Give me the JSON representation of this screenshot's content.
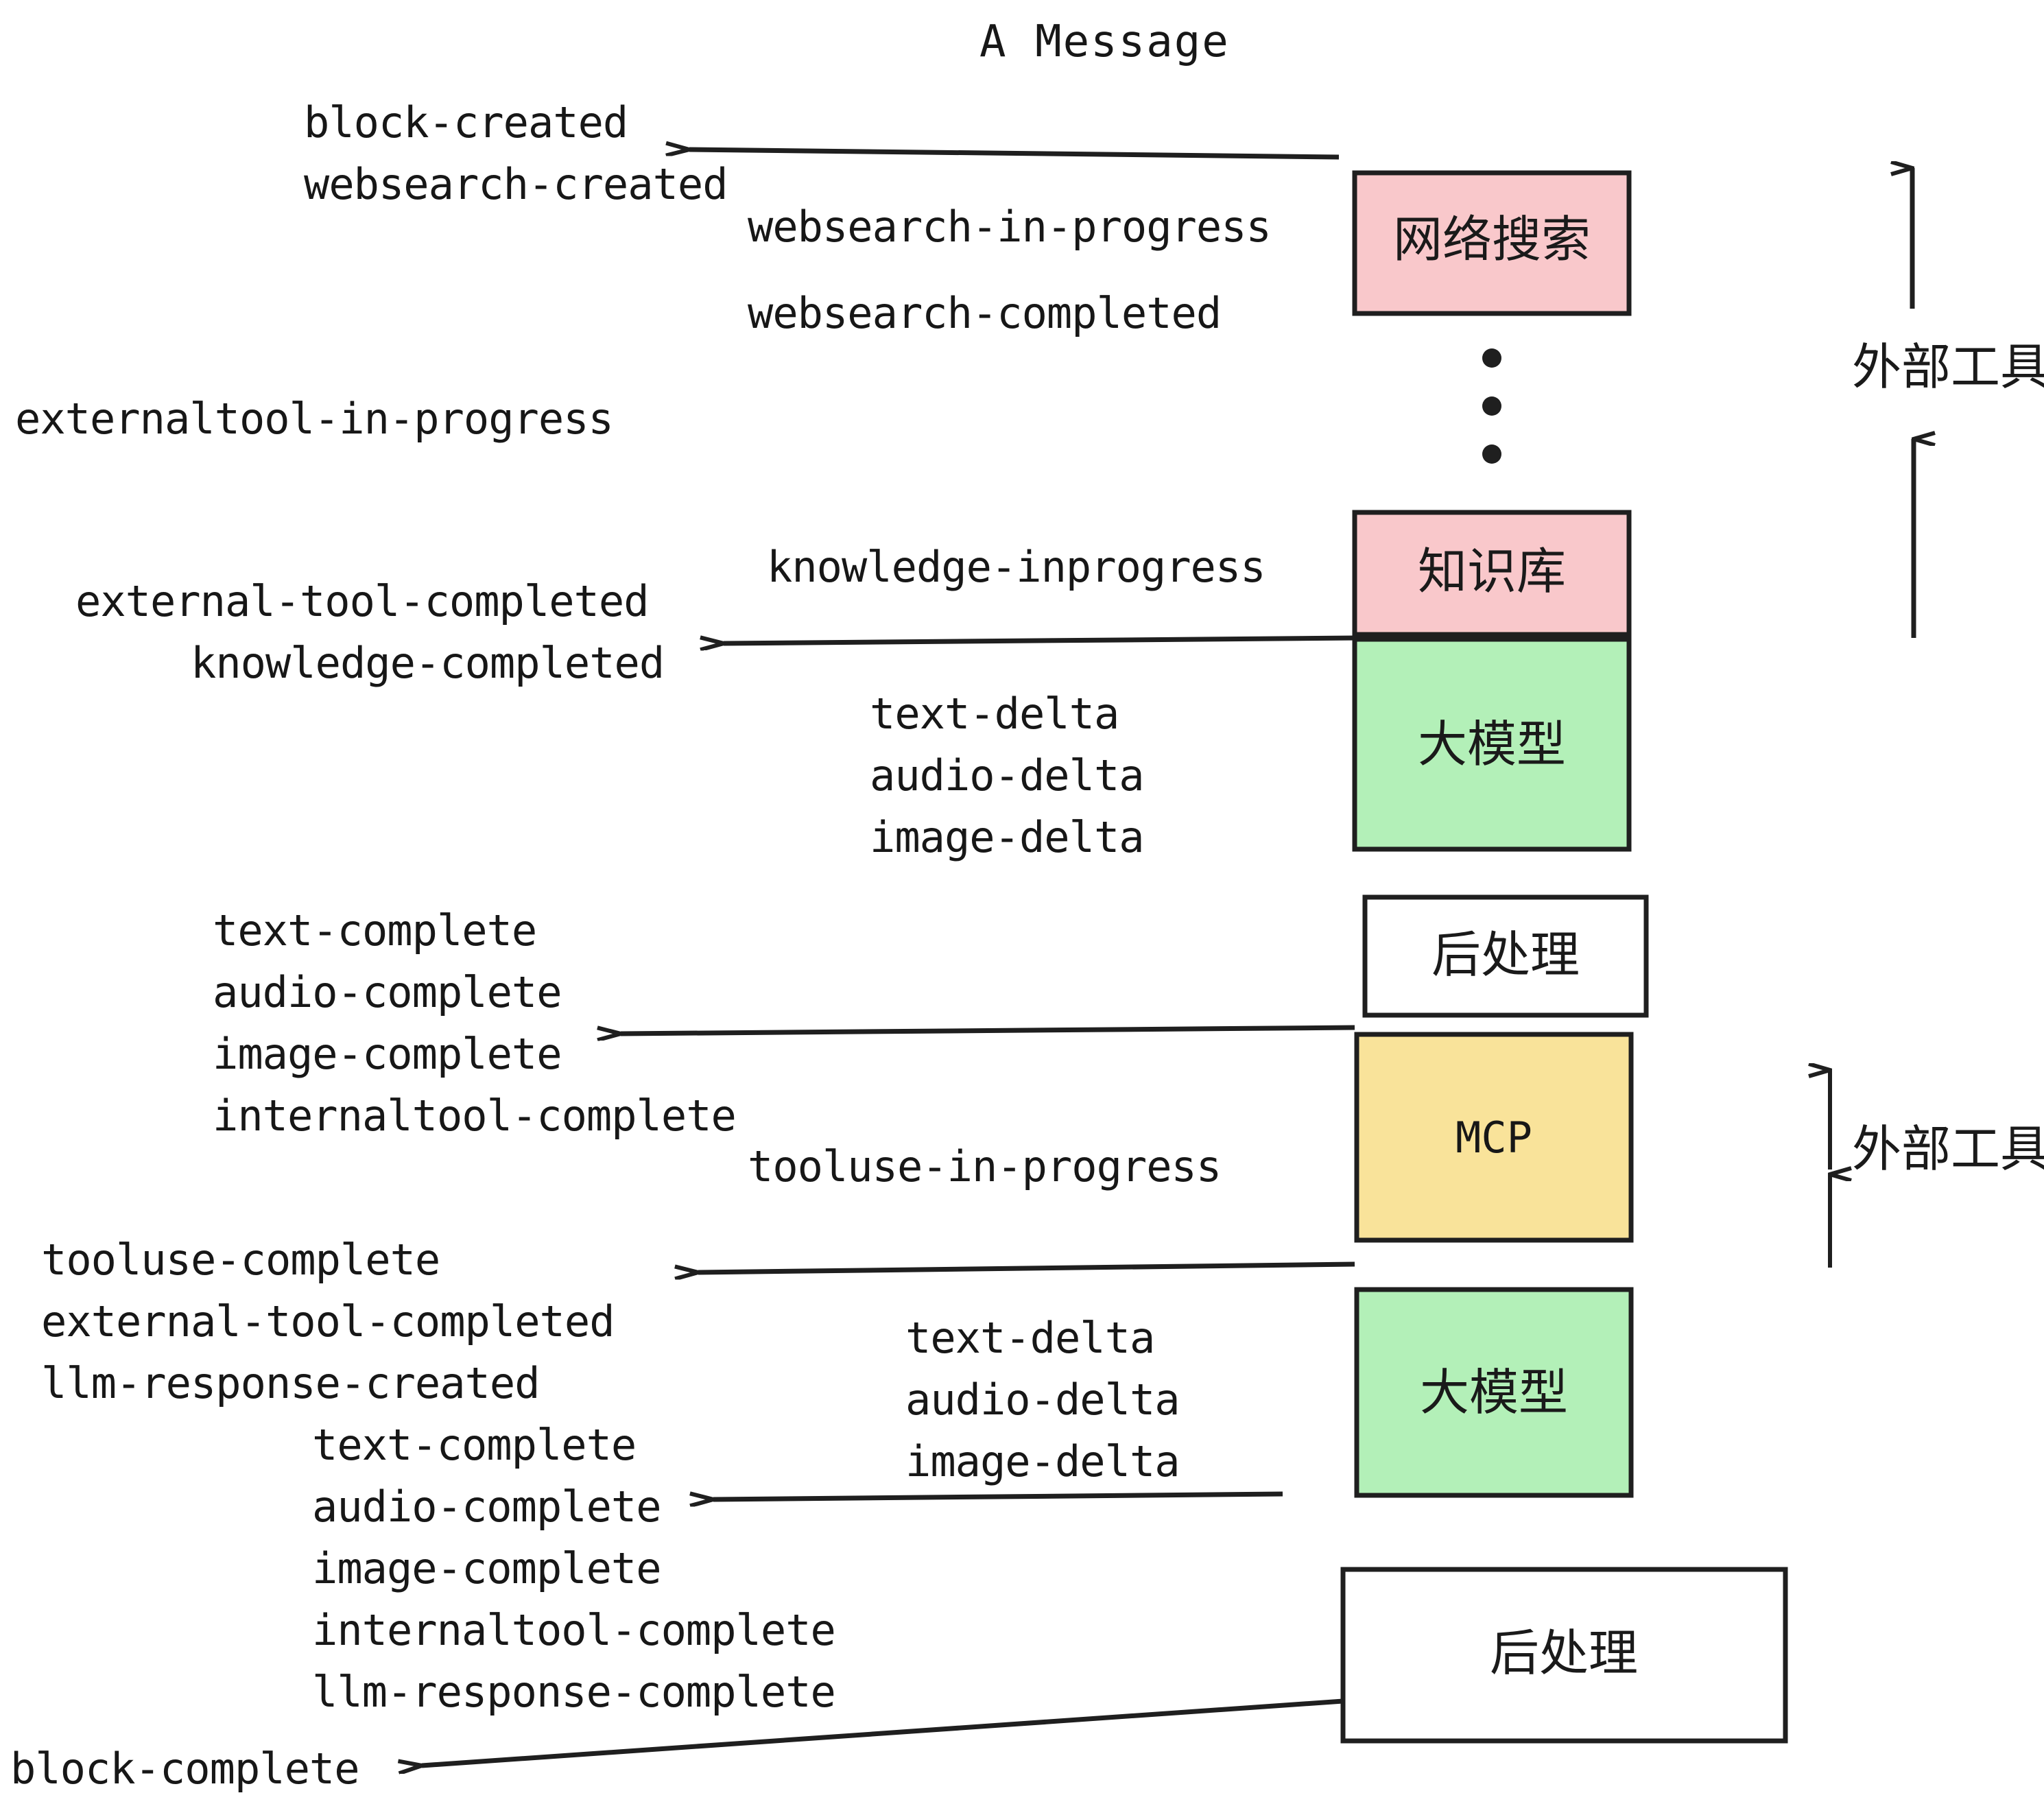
{
  "title": "A Message",
  "colors": {
    "pink": "#f9c8cb",
    "green": "#b3f0b8",
    "yellow": "#f9e39a",
    "white": "#ffffff",
    "stroke": "#1f1f1f",
    "text": "#171717",
    "background": "#ffffff"
  },
  "boxes": [
    {
      "id": "websearch",
      "label": "网络搜索",
      "fill": "#f9c8cb",
      "lang": "cjk"
    },
    {
      "id": "knowledge",
      "label": "知识库",
      "fill": "#f9c8cb",
      "lang": "cjk"
    },
    {
      "id": "llm-1",
      "label": "大模型",
      "fill": "#b3f0b8",
      "lang": "cjk"
    },
    {
      "id": "postprocess-1",
      "label": "后处理",
      "fill": "#ffffff",
      "lang": "cjk"
    },
    {
      "id": "mcp",
      "label": "MCP",
      "fill": "#f9e39a",
      "lang": "en"
    },
    {
      "id": "llm-2",
      "label": "大模型",
      "fill": "#b3f0b8",
      "lang": "cjk"
    },
    {
      "id": "postprocess-2",
      "label": "后处理",
      "fill": "#ffffff",
      "lang": "cjk"
    }
  ],
  "side_annotations": [
    {
      "id": "external-tools-top",
      "label": "外部工具"
    },
    {
      "id": "external-tools-bottom",
      "label": "外部工具"
    }
  ],
  "events": [
    {
      "id": "block-created",
      "text": "block-created"
    },
    {
      "id": "websearch-created",
      "text": "websearch-created"
    },
    {
      "id": "websearch-in-progress",
      "text": "websearch-in-progress"
    },
    {
      "id": "websearch-completed",
      "text": "websearch-completed"
    },
    {
      "id": "externaltool-in-progress",
      "text": "externaltool-in-progress"
    },
    {
      "id": "knowledge-inprogress",
      "text": "knowledge-inprogress"
    },
    {
      "id": "external-tool-completed-1",
      "text": "external-tool-completed"
    },
    {
      "id": "knowledge-completed",
      "text": "knowledge-completed"
    },
    {
      "id": "text-delta-1",
      "text": "text-delta"
    },
    {
      "id": "audio-delta-1",
      "text": "audio-delta"
    },
    {
      "id": "image-delta-1",
      "text": "image-delta"
    },
    {
      "id": "text-complete-1",
      "text": "text-complete"
    },
    {
      "id": "audio-complete-1",
      "text": "audio-complete"
    },
    {
      "id": "image-complete-1",
      "text": "image-complete"
    },
    {
      "id": "internaltool-complete-1",
      "text": "internaltool-complete"
    },
    {
      "id": "tooluse-in-progress",
      "text": "tooluse-in-progress"
    },
    {
      "id": "tooluse-complete",
      "text": "tooluse-complete"
    },
    {
      "id": "external-tool-completed-2",
      "text": "external-tool-completed"
    },
    {
      "id": "llm-response-created",
      "text": "llm-response-created"
    },
    {
      "id": "text-delta-2",
      "text": "text-delta"
    },
    {
      "id": "audio-delta-2",
      "text": "audio-delta"
    },
    {
      "id": "image-delta-2",
      "text": "image-delta"
    },
    {
      "id": "text-complete-2",
      "text": "text-complete"
    },
    {
      "id": "audio-complete-2",
      "text": "audio-complete"
    },
    {
      "id": "image-complete-2",
      "text": "image-complete"
    },
    {
      "id": "internaltool-complete-2",
      "text": "internaltool-complete"
    },
    {
      "id": "llm-response-complete",
      "text": "llm-response-complete"
    },
    {
      "id": "block-complete",
      "text": "block-complete"
    }
  ],
  "ellipsis_dots": 3
}
